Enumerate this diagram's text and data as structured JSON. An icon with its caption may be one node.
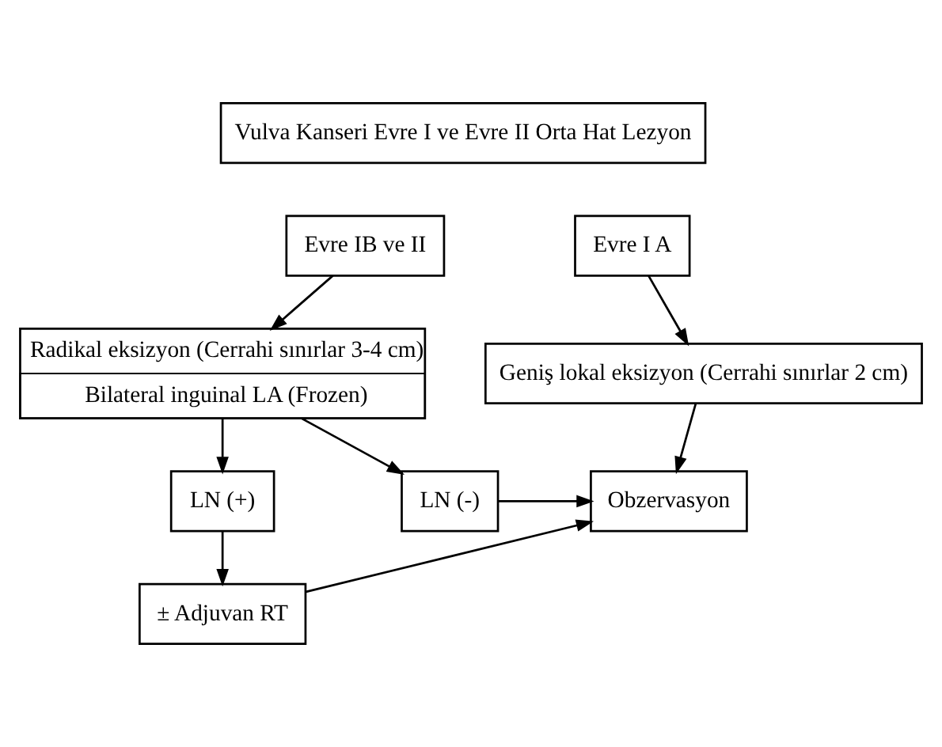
{
  "diagram": {
    "nodes": [
      {
        "text": [
          "Vulva Kanseri Evre I ve Evre II Orta Hat Lezyon"
        ]
      },
      {
        "text": [
          "Evre I A"
        ]
      },
      {
        "text": [
          "Evre IB ve II"
        ]
      },
      {
        "text": [
          "Geniş lokal eksizyon (Cerrahi sınırlar 2 cm)"
        ]
      },
      {
        "text": [
          "Radikal eksizyon (Cerrahi sınırlar 3-4 cm)",
          "Bilateral inguinal LA (Frozen)"
        ]
      },
      {
        "text": [
          "Obzervasyon"
        ]
      },
      {
        "text": [
          "LN (-)"
        ]
      },
      {
        "text": [
          "LN (+)"
        ]
      },
      {
        "text": [
          "± Adjuvan RT"
        ]
      }
    ],
    "edges": [
      {
        "from": 1,
        "to": 3,
        "arrow": "to"
      },
      {
        "from": 3,
        "to": 5,
        "arrow": "to"
      },
      {
        "from": 2,
        "to": 4,
        "arrow": "to"
      },
      {
        "from": 4,
        "to": 6,
        "arrow": "to"
      },
      {
        "from": 4,
        "to": 7,
        "arrow": "to"
      },
      {
        "from": 6,
        "to": 5,
        "arrow": "to"
      },
      {
        "from": 7,
        "to": 8,
        "arrow": "to"
      },
      {
        "from": 8,
        "to": 5,
        "arrow": "to"
      }
    ]
  }
}
